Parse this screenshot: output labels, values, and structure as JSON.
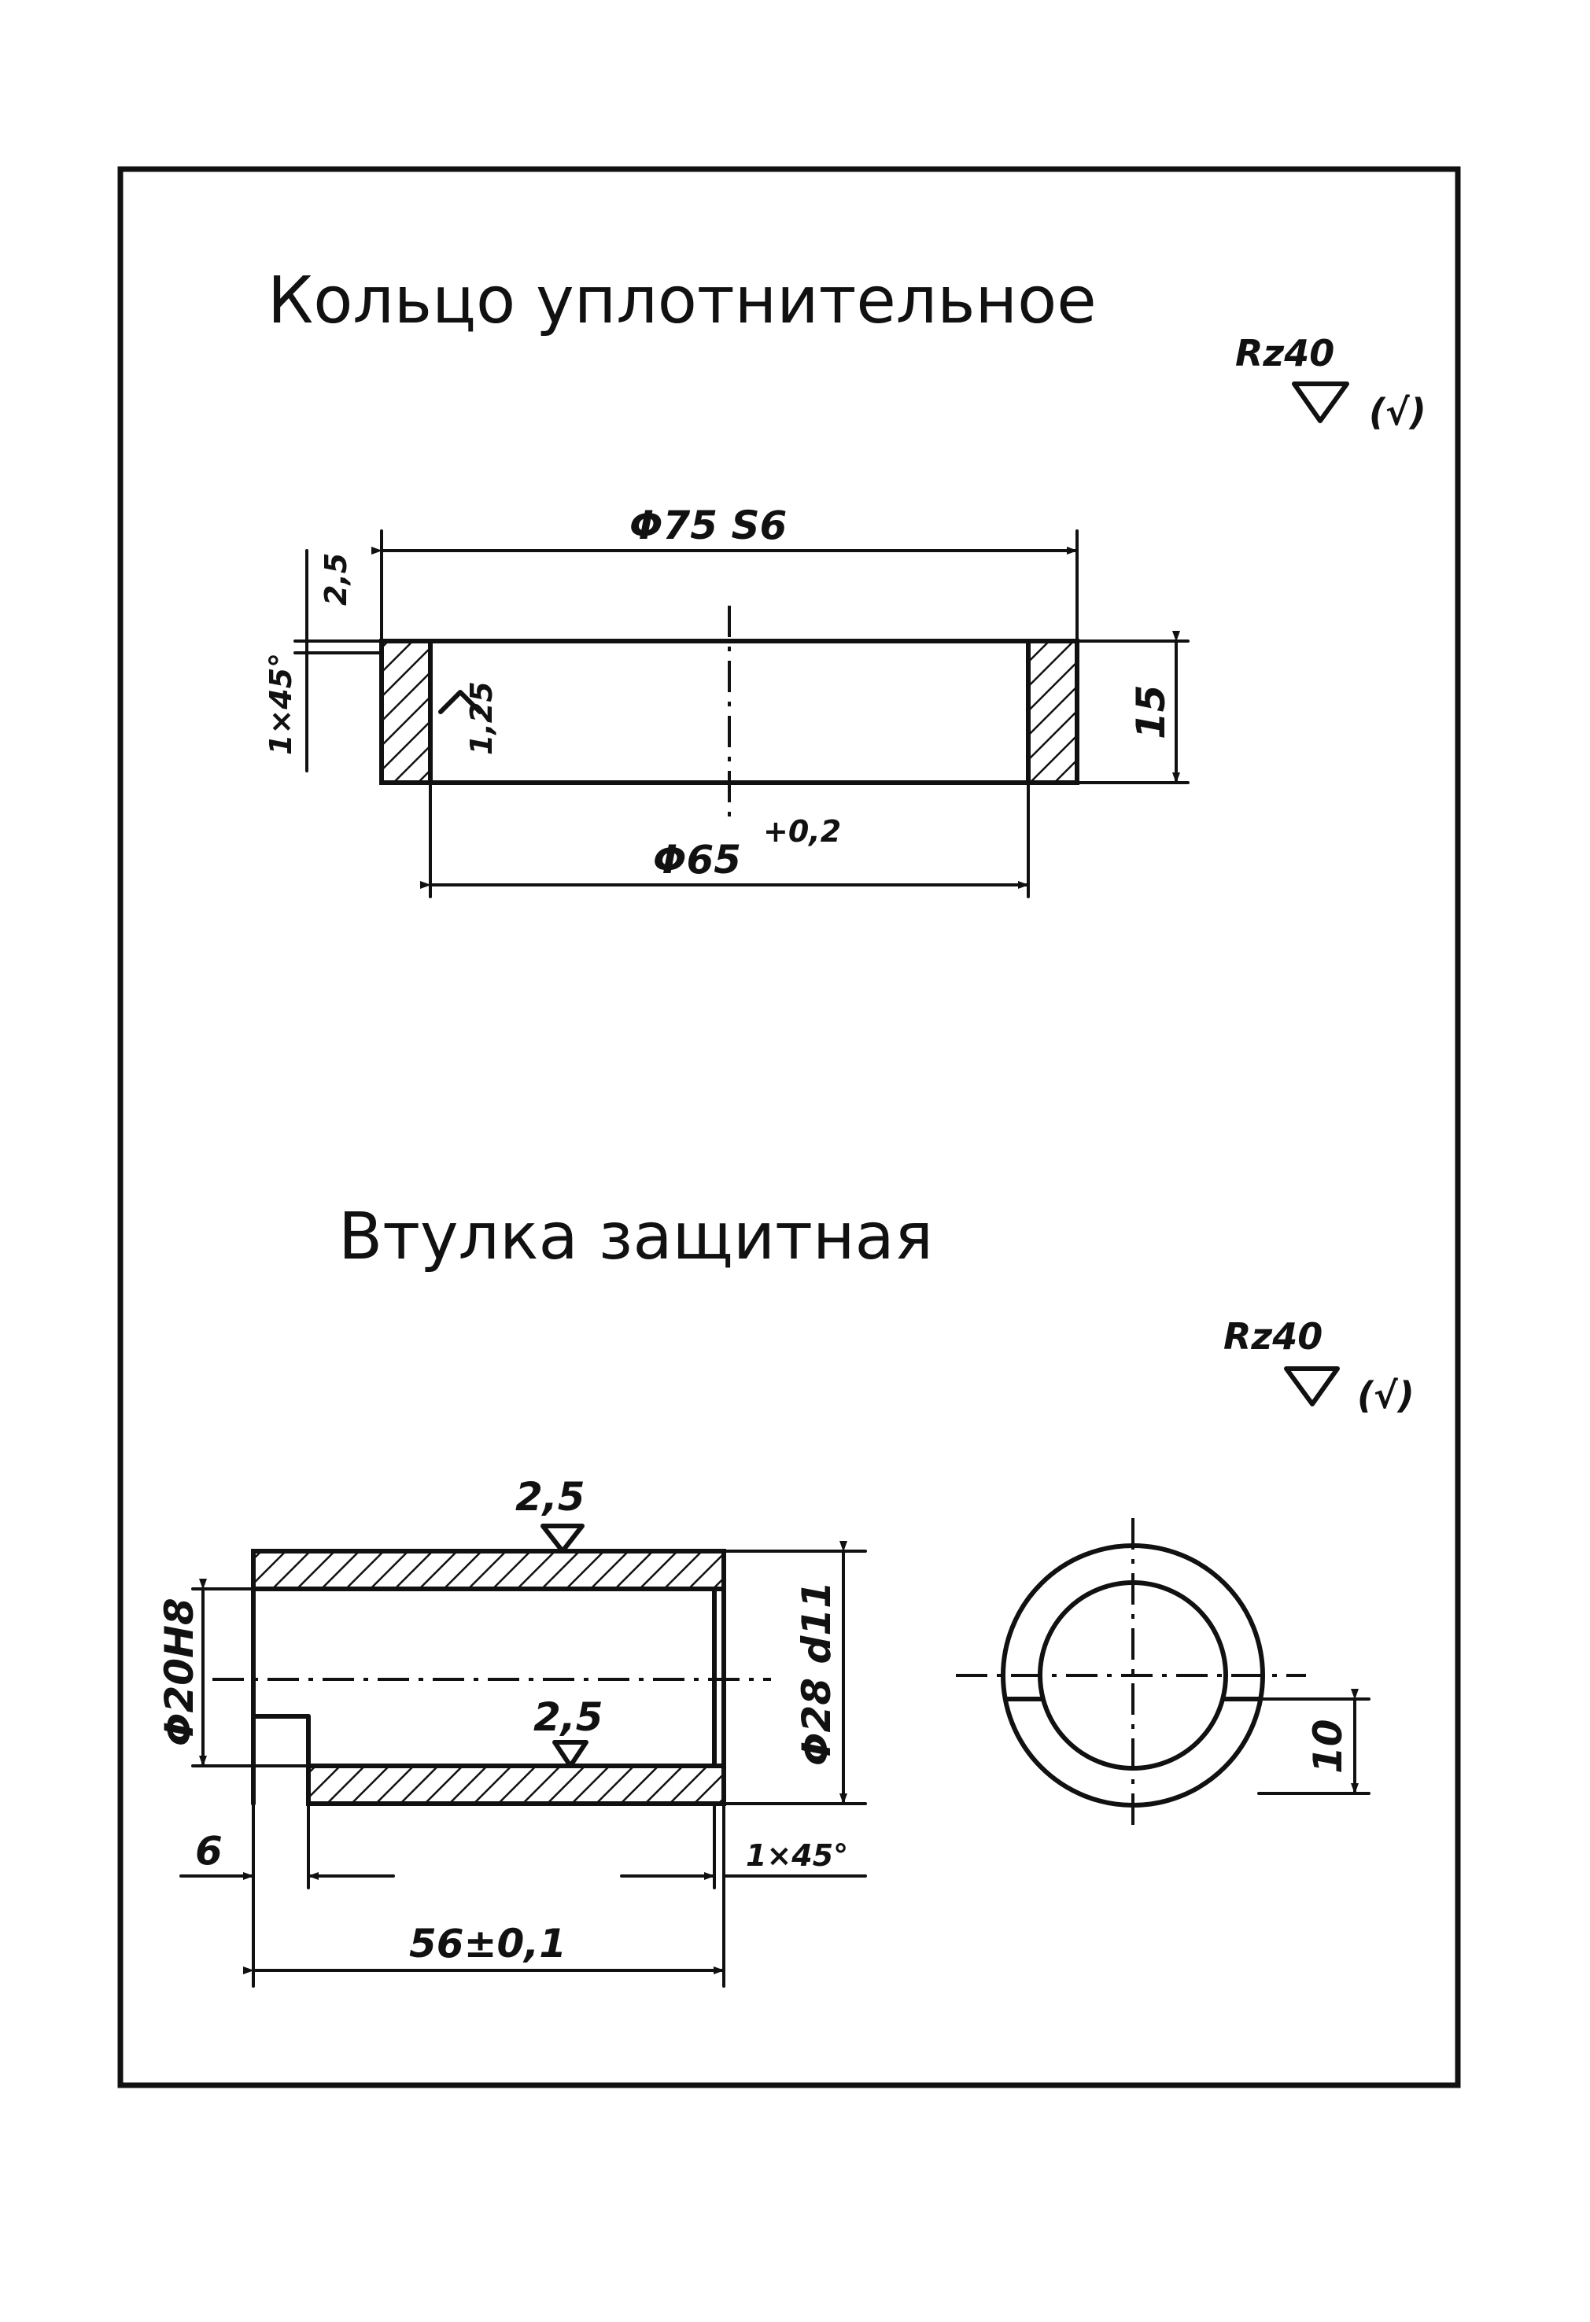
{
  "ring": {
    "title": "Кольцо уплотнительное",
    "roughness_value": "Rz40",
    "roughness_other": "(√)",
    "dim_outer": "Φ75 S6",
    "dim_inner": "Φ65",
    "dim_inner_tol": "+0,2",
    "dim_height": "15",
    "dim_chamfer": "1×45°",
    "dim_chamfer_gap": "2,5",
    "dim_inner_roughness": "1,25"
  },
  "sleeve": {
    "title": "Втулка защитная",
    "roughness_value": "Rz40",
    "roughness_other": "(√)",
    "surface_roughness_top": "2,5",
    "surface_roughness_inner": "2,5",
    "dim_bore": "Φ20H8",
    "dim_outer": "Φ28 d11",
    "dim_slot": "6",
    "dim_chamfer": "1×45°",
    "dim_length": "56±0,1",
    "dim_end_view": "10"
  }
}
